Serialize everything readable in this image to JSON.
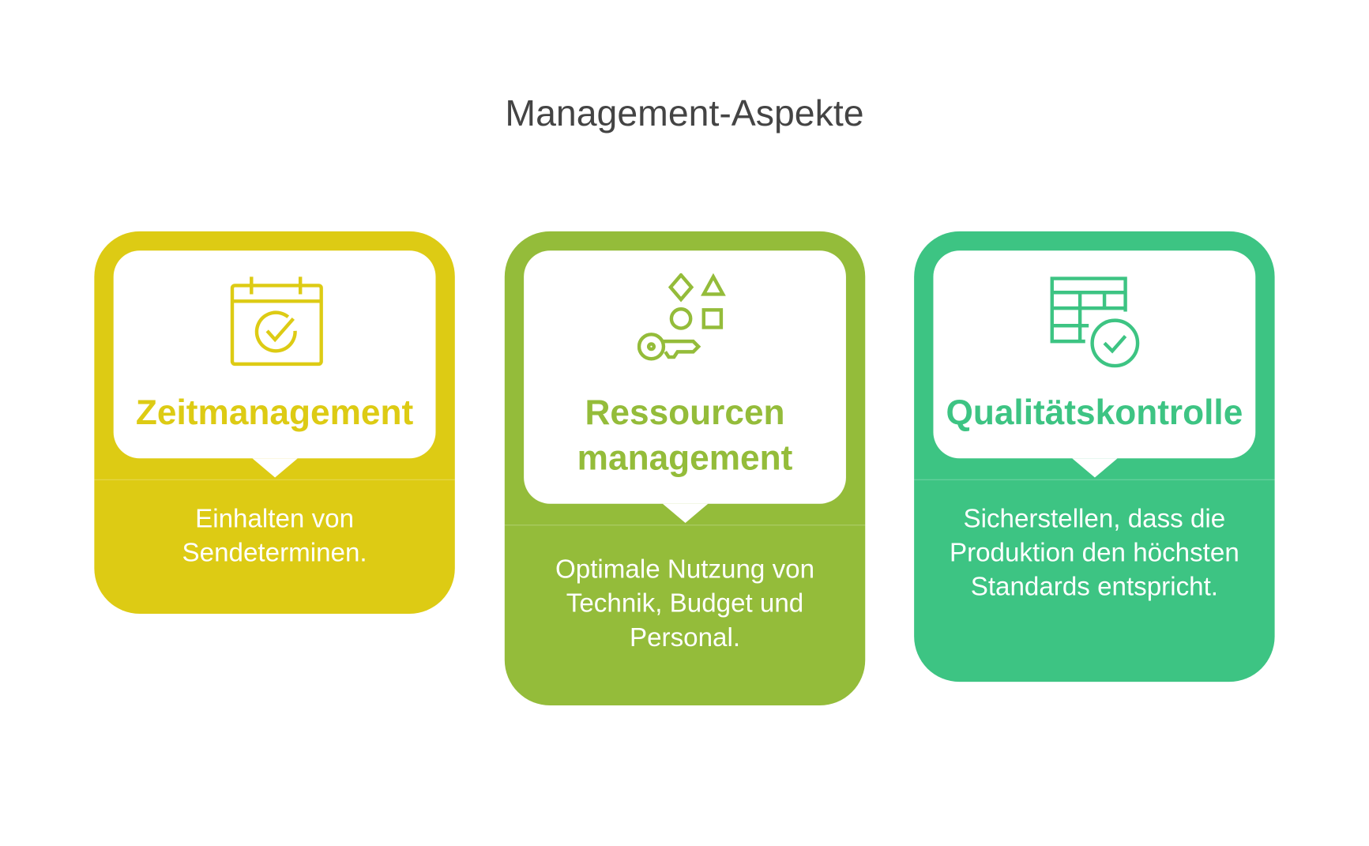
{
  "title": "Management-Aspekte",
  "cards": [
    {
      "heading": "Zeitmanagement",
      "description": "Einhalten von Sendeterminen.",
      "icon": "calendar-check-icon",
      "color": "#DDCB14"
    },
    {
      "heading_line1": "Ressourcen",
      "heading_line2": "management",
      "description": "Optimale Nutzung von Technik, Budget und Personal.",
      "icon": "shapes-key-icon",
      "color": "#94BC3A"
    },
    {
      "heading": "Qualitätskontrolle",
      "description": "Sicherstellen, dass die Produktion den höchsten Standards entspricht.",
      "icon": "table-check-icon",
      "color": "#3DC483"
    }
  ]
}
